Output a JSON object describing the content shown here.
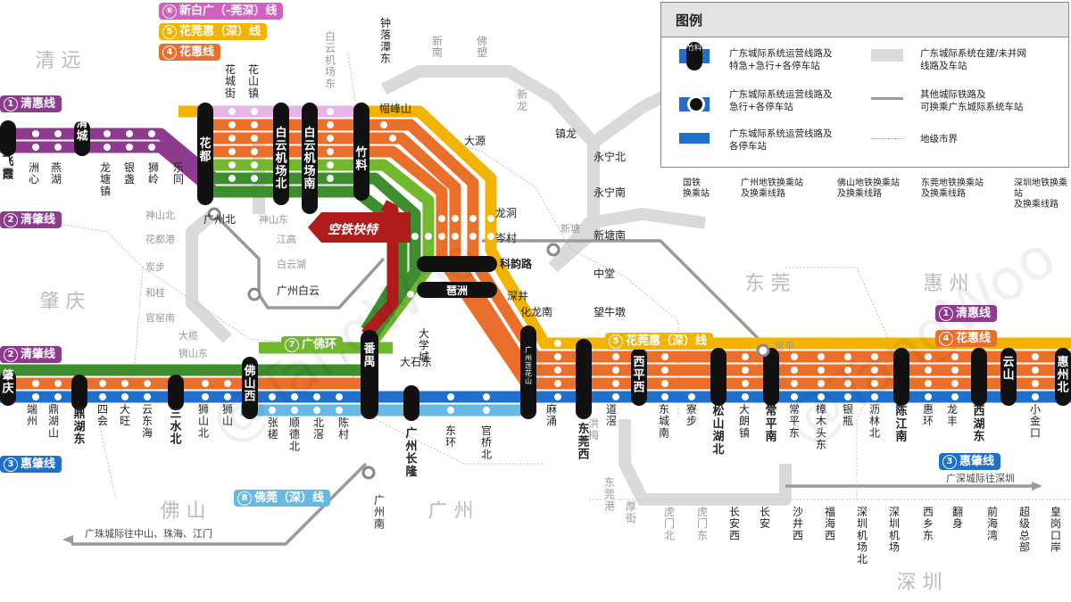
{
  "regions": [
    "清 远",
    "肇 庆",
    "佛 山",
    "广 州",
    "东 莞",
    "惠 州",
    "深 圳"
  ],
  "watermark": "@TangWoo",
  "legend": {
    "title": "图例",
    "items": [
      "广东城际系统运营线路及\n特急+急行+各停车站",
      "广东城际系统运营线路及\n急行+各停车站",
      "广东城际系统运营线路及\n各停车站",
      "广东城际系统在建/未并网\n线路及车站",
      "其他城际铁路及\n可换乘广东城际系统车站",
      "地级市界"
    ],
    "sample_station": "竹料",
    "bottom": [
      "国铁\n换乘站",
      "广州地铁换乘站\n及换乘线路",
      "佛山地铁换乘站\n及换乘线路",
      "东莞地铁换乘站\n及换乘线路",
      "深圳地铁换乘站\n及换乘线路"
    ]
  },
  "line_tags": [
    {
      "num": "⑥",
      "name": "新白广（-莞深）线",
      "color": "#d35fbe"
    },
    {
      "num": "5",
      "name": "花莞惠（深）线",
      "color": "#f2b400"
    },
    {
      "num": "4",
      "name": "花惠线",
      "color": "#ea6f2a"
    },
    {
      "num": "1",
      "name": "清惠线",
      "color": "#8e3b8f"
    },
    {
      "num": "2",
      "name": "清肇线",
      "color": "#8e3b8f"
    },
    {
      "num": "2",
      "name": "清肇线",
      "color": "#8e3b8f"
    },
    {
      "num": "3",
      "name": "惠肇线",
      "color": "#1f6fcc"
    },
    {
      "num": "3",
      "name": "惠肇线",
      "color": "#1f6fcc"
    },
    {
      "num": "7",
      "name": "广佛环",
      "color": "#71b82f"
    },
    {
      "num": "8",
      "name": "佛莞（深）线",
      "color": "#67b8e3"
    },
    {
      "num": "5",
      "name": "花莞惠（深）线",
      "color": "#f2b400"
    },
    {
      "num": "1",
      "name": "清惠线",
      "color": "#8e3b8f"
    },
    {
      "num": "4",
      "name": "花惠线",
      "color": "#ea6f2a"
    }
  ],
  "express_banner": "空铁快特",
  "major_stations": [
    "飞霞",
    "清城",
    "花都",
    "白云机场北",
    "白云机场南",
    "竹料",
    "科韵路",
    "琶洲",
    "番禺",
    "广州长隆",
    "广州莲花山",
    "东莞西",
    "肇庆",
    "鼎湖东",
    "三水北",
    "佛山西",
    "西平西",
    "松山湖北",
    "常平南",
    "陈江南",
    "西湖东",
    "云山",
    "惠州北"
  ],
  "stations": [
    "洲心",
    "燕湖",
    "龙塘镇",
    "银盏",
    "狮岭",
    "乐同",
    "花城街",
    "花山镇",
    "帽峰山",
    "大源",
    "龙洞",
    "岑村",
    "深井",
    "化龙南",
    "大学城",
    "大石东",
    "东环",
    "官桥北",
    "麻涌",
    "道滘",
    "东城南",
    "寮步",
    "大朗镇",
    "常平东",
    "樟木头东",
    "银瓶",
    "沥林北",
    "惠环",
    "龙丰",
    "小金口",
    "端州",
    "鼎湖山",
    "四会",
    "大旺",
    "云东海",
    "狮山北",
    "狮山",
    "张槎",
    "顺德北",
    "北滘",
    "陈村",
    "广州北",
    "广州白云",
    "中堂",
    "望牛墩",
    "洪梅",
    "东莞港",
    "厚街",
    "虎门北",
    "虎门东",
    "长安西",
    "长安",
    "沙井西",
    "福海西",
    "深圳机场北",
    "深圳机场",
    "西乡东",
    "翻身",
    "前海湾",
    "超级总部",
    "皇岗口岸",
    "钟落潭东",
    "新南",
    "佛塑",
    "新龙",
    "镇龙",
    "永宁北",
    "永宁南",
    "新塘南",
    "新塘",
    "常平",
    "神山北",
    "花都港",
    "炭步",
    "和桂",
    "官窑南",
    "大榄",
    "狮山东",
    "神山东",
    "江高",
    "白云湖",
    "白云机场东",
    "广州南"
  ],
  "directions": [
    "广深城际往深圳",
    "广珠城际往中山、珠海、江门"
  ]
}
